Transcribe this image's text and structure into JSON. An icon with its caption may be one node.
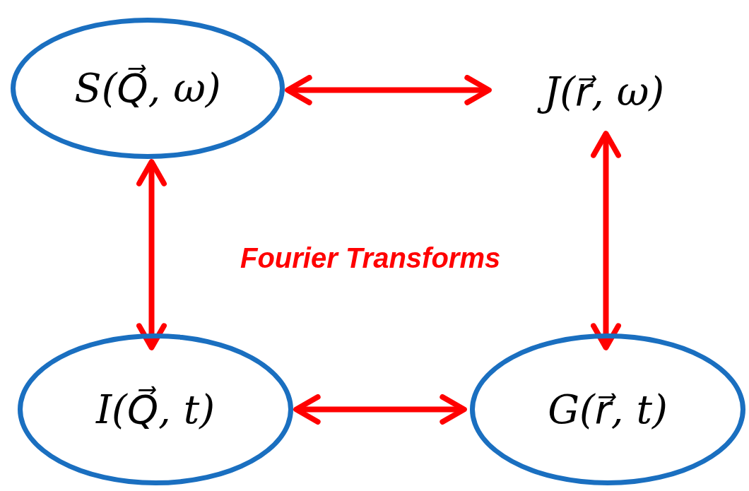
{
  "diagram": {
    "nodes": [
      {
        "text": [
          "S(Q⃗, ω)"
        ]
      },
      {
        "text": [
          "J(r⃗, ω)"
        ]
      },
      {
        "text": [
          "I(Q⃗, t)"
        ]
      },
      {
        "text": [
          "G(r⃗, t)"
        ]
      }
    ],
    "edges": [
      {
        "from": 0,
        "to": 1,
        "arrow": "both"
      },
      {
        "from": 0,
        "to": 2,
        "arrow": "both"
      },
      {
        "from": 1,
        "to": 3,
        "arrow": "both"
      },
      {
        "from": 2,
        "to": 3,
        "arrow": "both"
      }
    ],
    "labels": [
      "Fourier Transforms"
    ]
  }
}
